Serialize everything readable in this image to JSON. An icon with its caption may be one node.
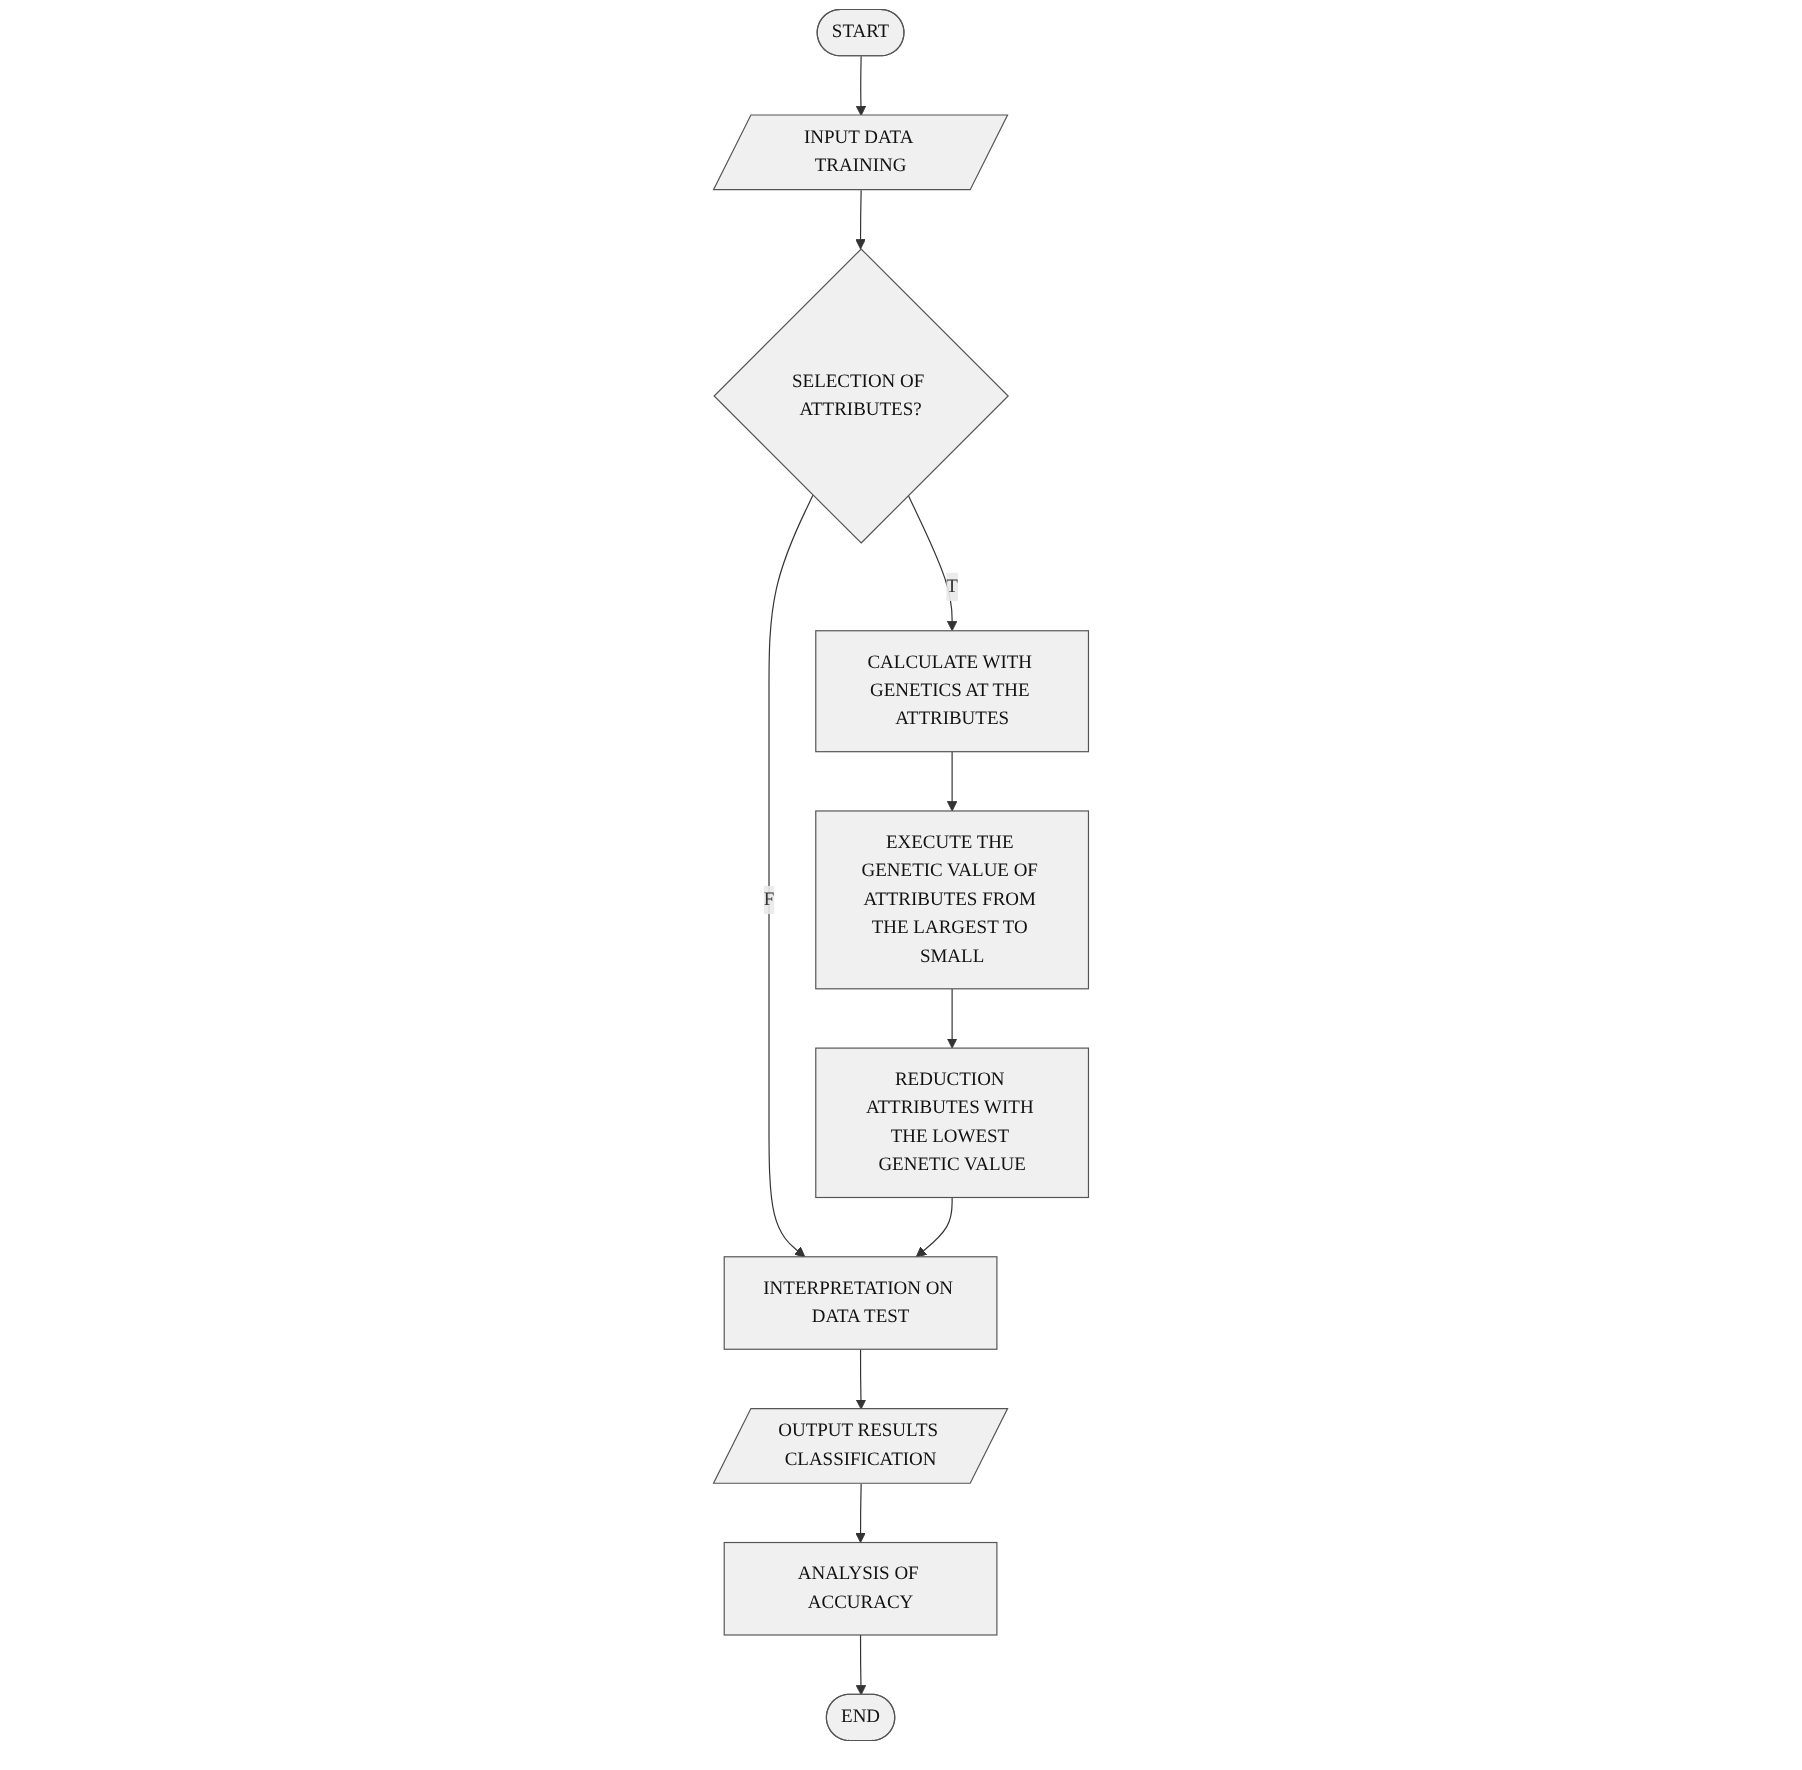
{
  "diagram": {
    "nodes": [
      {
        "text": [
          "START"
        ]
      },
      {
        "text": [
          "INPUT DATA TRAINING"
        ]
      },
      {
        "text": [
          "SELECTION OF ATTRIBUTES?"
        ]
      },
      {
        "text": [
          "CALCULATE WITH GENETICS AT THE ATTRIBUTES"
        ]
      },
      {
        "text": [
          "EXECUTE THE GENETIC VALUE OF ATTRIBUTES FROM THE LARGEST TO SMALL"
        ]
      },
      {
        "text": [
          "REDUCTION ATTRIBUTES WITH THE LOWEST GENETIC VALUE"
        ]
      },
      {
        "text": [
          "INTERPRETATION ON DATA TEST"
        ]
      },
      {
        "text": [
          "OUTPUT RESULTS CLASSIFICATION"
        ]
      },
      {
        "text": [
          "ANALYSIS OF ACCURACY"
        ]
      },
      {
        "text": [
          "END"
        ]
      }
    ],
    "edges": [
      {
        "from": 0,
        "to": 1,
        "arrow": "to"
      },
      {
        "from": 1,
        "to": 2,
        "arrow": "to"
      },
      {
        "from": 2,
        "to": 3,
        "arrow": "to",
        "label": "T"
      },
      {
        "from": 3,
        "to": 4,
        "arrow": "to"
      },
      {
        "from": 4,
        "to": 5,
        "arrow": "to"
      },
      {
        "from": 2,
        "to": 6,
        "arrow": "to",
        "label": "F"
      },
      {
        "from": 5,
        "to": 6,
        "arrow": "to"
      },
      {
        "from": 6,
        "to": 7,
        "arrow": "to"
      },
      {
        "from": 7,
        "to": 8,
        "arrow": "to"
      },
      {
        "from": 8,
        "to": 9,
        "arrow": "to"
      }
    ]
  }
}
